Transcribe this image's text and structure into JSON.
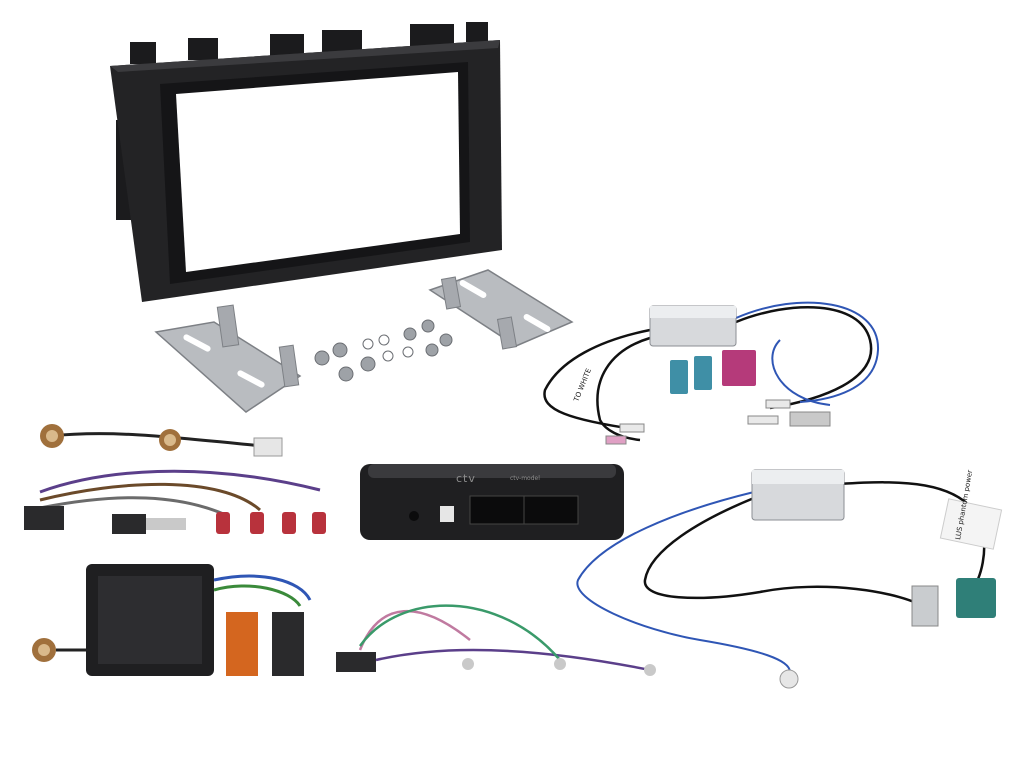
{
  "image": {
    "subject": "Car stereo double-DIN installation kit product photo",
    "background_color": "#ffffff"
  },
  "labels": {
    "antenna_adapter_tag": "TO WHITE",
    "interface_brand": "ctv",
    "interface_model": "ctv-model",
    "phantom_label": "LUS phantom power"
  },
  "colors": {
    "fascia": "#232325",
    "bracket_metal": "#b9bcc0",
    "fakra_blue": "#3f8fa6",
    "fakra_violet": "#b53a7a",
    "fakra_teal": "#2f7f78",
    "iso_orange": "#d4661f",
    "interface_box": "#1f1f21"
  },
  "parts": [
    "fascia-panel",
    "mounting-bracket-left",
    "mounting-bracket-right",
    "screws",
    "antenna-adapter-top",
    "antenna-adapter-right",
    "interface-box",
    "iso-harness",
    "patch-lead",
    "antenna-lead"
  ]
}
